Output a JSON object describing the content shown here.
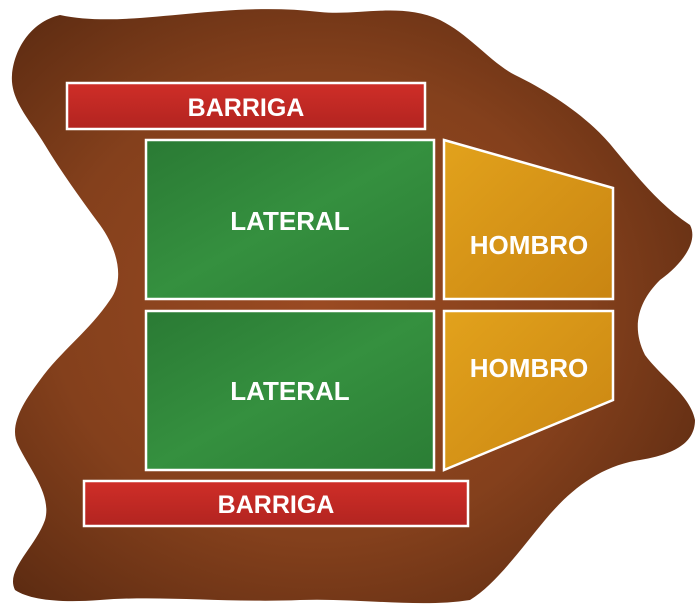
{
  "regions": {
    "belly_top": {
      "label": "BARRIGA",
      "color": "#c62a26"
    },
    "lateral_top": {
      "label": "LATERAL",
      "color": "#2e8a3c"
    },
    "shoulder_top": {
      "label": "HOMBRO",
      "color": "#d89314"
    },
    "lateral_bottom": {
      "label": "LATERAL",
      "color": "#2e8a3c"
    },
    "shoulder_bottom": {
      "label": "HOMBRO",
      "color": "#d89314"
    },
    "belly_bottom": {
      "label": "BARRIGA",
      "color": "#c62a26"
    }
  },
  "hide": {
    "color": "#8a4020"
  }
}
